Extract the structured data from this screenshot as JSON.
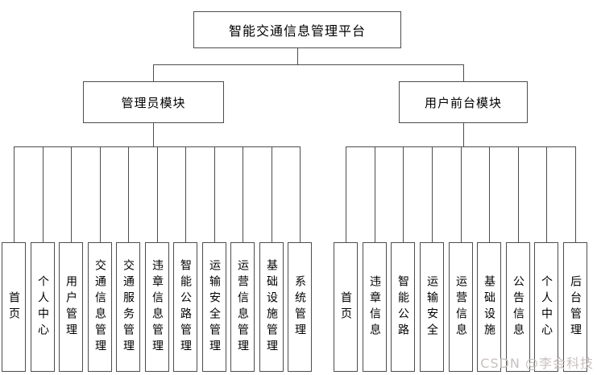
{
  "diagram": {
    "root": {
      "label": "智能交通信息管理平台"
    },
    "branches": [
      {
        "label": "管理员模块",
        "children": [
          "首页",
          "个人中心",
          "用户管理",
          "交通信息管理",
          "交通服务管理",
          "违章信息管理",
          "智能公路管理",
          "运输安全管理",
          "运营信息管理",
          "基础设施管理",
          "系统管理"
        ]
      },
      {
        "label": "用户前台模块",
        "children": [
          "首页",
          "违章信息",
          "智能公路",
          "运输安全",
          "运营信息",
          "基础设施",
          "公告信息",
          "个人中心",
          "后台管理"
        ]
      }
    ]
  },
  "watermark": {
    "text": "CSDN @李会科技",
    "color": "#c9c0c0"
  },
  "colors": {
    "line": "#4d4d4d",
    "box_background": "#ffffff",
    "text": "#000000"
  }
}
